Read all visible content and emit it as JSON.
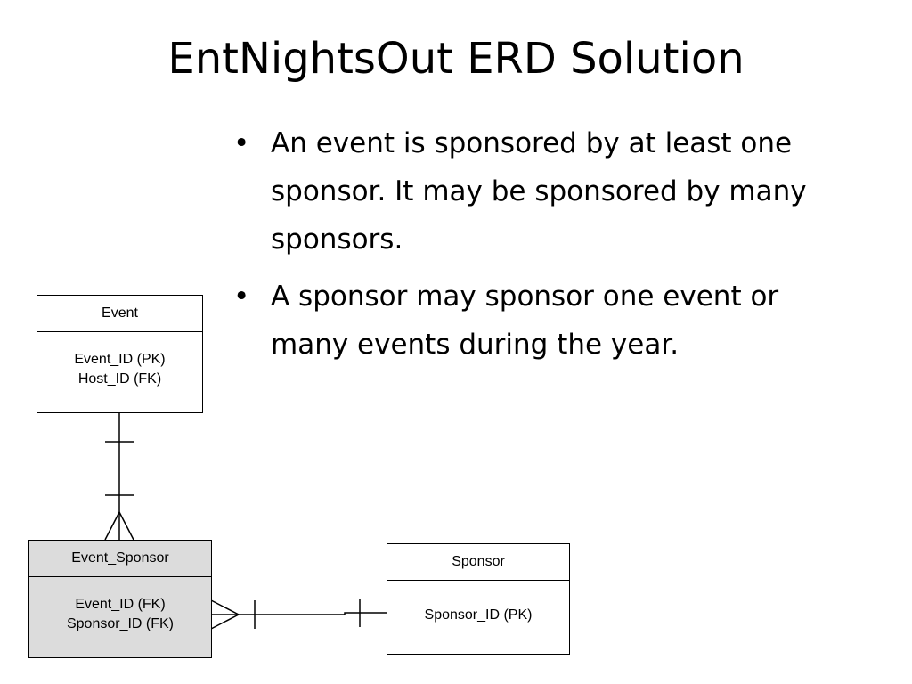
{
  "title": "EntNightsOut ERD Solution",
  "bullets": [
    "An event is sponsored by at least one sponsor. It may be sponsored by many sponsors.",
    "A sponsor may sponsor one event or many events during the year."
  ],
  "bullet_glyph": "•",
  "entities": {
    "event": {
      "name": "Event",
      "attributes": [
        "Event_ID (PK)",
        "Host_ID (FK)"
      ]
    },
    "event_sponsor": {
      "name": "Event_Sponsor",
      "attributes": [
        "Event_ID (FK)",
        "Sponsor_ID (FK)"
      ]
    },
    "sponsor": {
      "name": "Sponsor",
      "attributes": [
        "Sponsor_ID (PK)"
      ]
    }
  },
  "relationships": [
    {
      "from": "Event",
      "to": "Event_Sponsor",
      "from_cardinality": "exactly one",
      "to_cardinality": "many"
    },
    {
      "from": "Sponsor",
      "to": "Event_Sponsor",
      "from_cardinality": "exactly one",
      "to_cardinality": "many"
    }
  ],
  "colors": {
    "line": "#000000",
    "shaded_entity": "#dcdcdc",
    "background": "#ffffff"
  }
}
